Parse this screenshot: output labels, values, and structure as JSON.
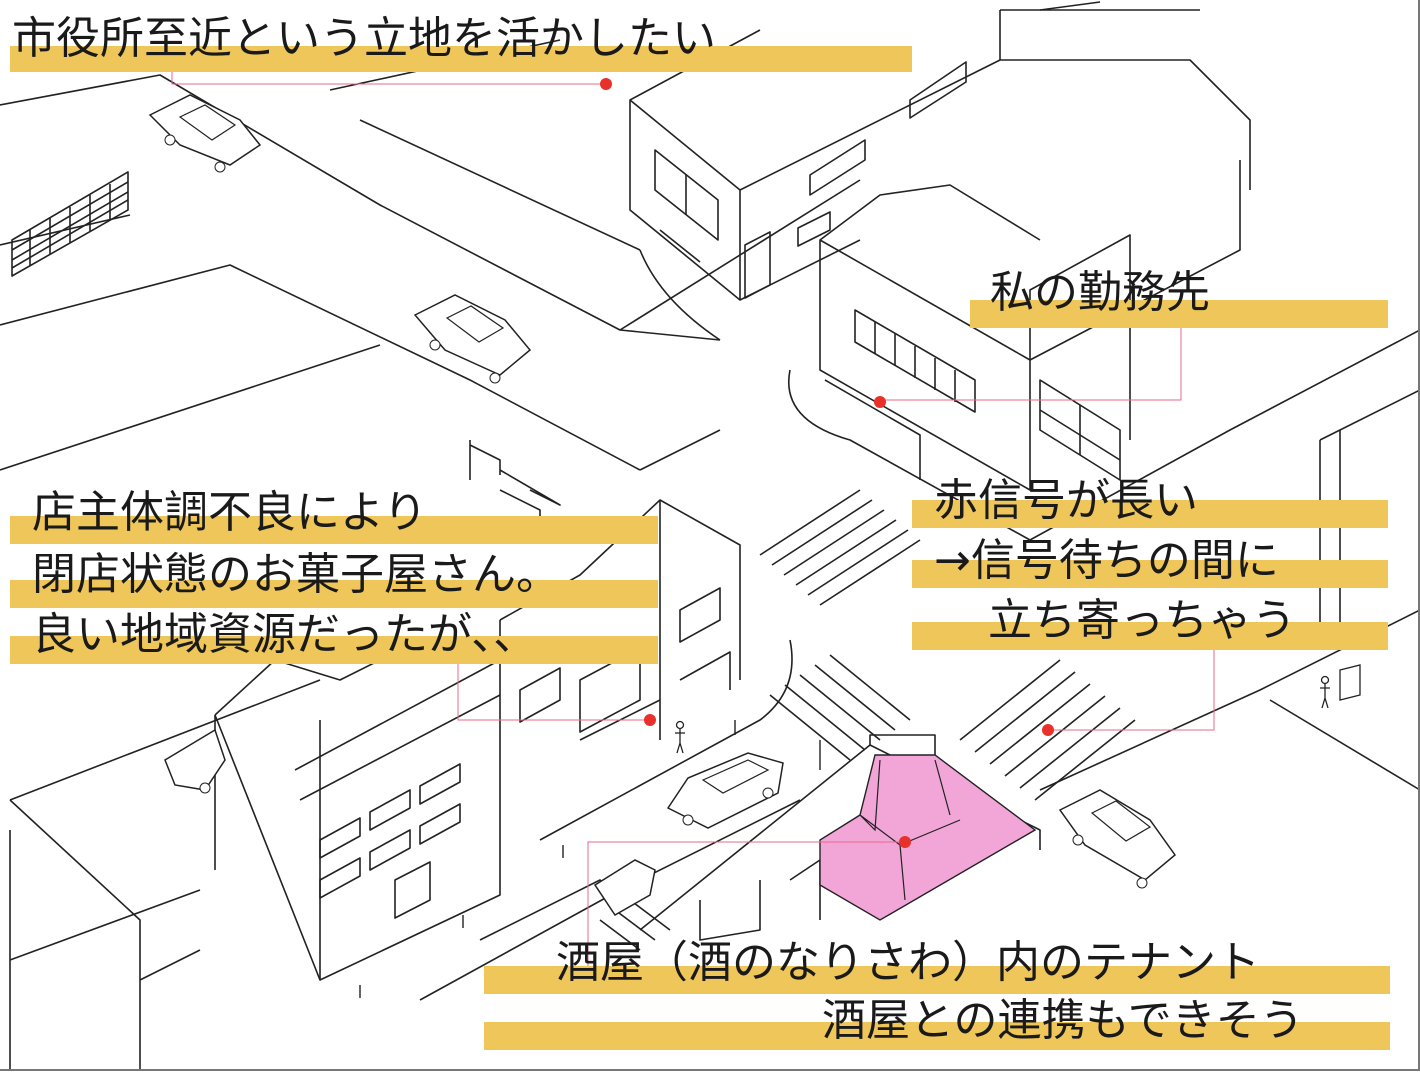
{
  "colors": {
    "highlight_bar": "#efc65a",
    "marker_dot": "#e8312a",
    "leader_line": "#e96a8a",
    "tenant_fill": "#f2a6d8",
    "line_art": "#222222"
  },
  "annotations": {
    "city_hall": {
      "lines": [
        "市役所至近という立地を活かしたい"
      ]
    },
    "workplace": {
      "lines": [
        "私の勤務先"
      ]
    },
    "closed_shop": {
      "lines": [
        "店主体調不良により",
        "閉店状態のお菓子屋さん。",
        "良い地域資源だったが、、"
      ]
    },
    "red_light": {
      "lines": [
        "赤信号が長い",
        "→信号待ちの間に",
        "立ち寄っちゃう"
      ]
    },
    "liquor_store": {
      "lines": [
        "酒屋（酒のなりさわ）内のテナント",
        "酒屋との連携もできそう"
      ]
    }
  },
  "icons": [
    "person-figure-icon",
    "car-icon",
    "crosswalk-icon"
  ]
}
